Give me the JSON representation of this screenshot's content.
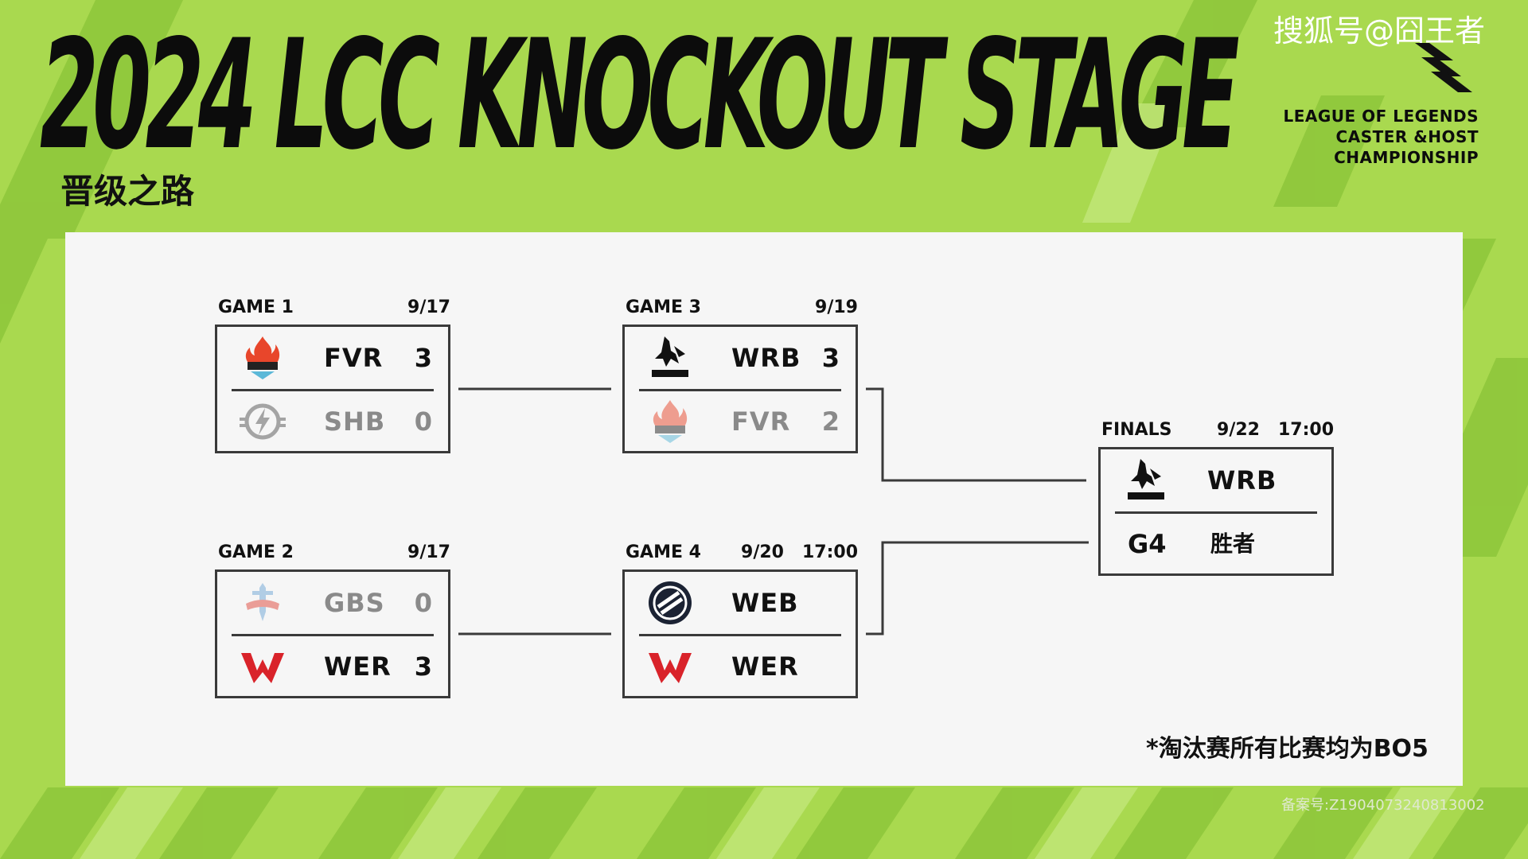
{
  "header": {
    "title": "2024 LCC KNOCKOUT STAGE",
    "subtitle": "晋级之路",
    "watermark": "搜狐号@囧王者",
    "brand_lines": [
      "LEAGUE OF LEGENDS",
      "CASTER &HOST",
      "CHAMPIONSHIP"
    ]
  },
  "matches": [
    {
      "label": "GAME 1",
      "date": "9/17",
      "teams": [
        {
          "name": "FVR",
          "score": "3",
          "logo": "fever-flame-icon"
        },
        {
          "name": "SHB",
          "score": "0",
          "logo": "lightning-shield-icon"
        }
      ]
    },
    {
      "label": "GAME 2",
      "date": "9/17",
      "teams": [
        {
          "name": "GBS",
          "score": "0",
          "logo": "sword-icon"
        },
        {
          "name": "WER",
          "score": "3",
          "logo": "red-w-icon"
        }
      ]
    },
    {
      "label": "GAME 3",
      "date": "9/19",
      "teams": [
        {
          "name": "WRB",
          "score": "3",
          "logo": "wr-boys-icon"
        },
        {
          "name": "FVR",
          "score": "2",
          "logo": "fever-flame-icon"
        }
      ]
    },
    {
      "label": "GAME 4",
      "date": "9/20",
      "time": "17:00",
      "teams": [
        {
          "name": "WEB",
          "logo": "web-circle-icon"
        },
        {
          "name": "WER",
          "logo": "red-w-icon"
        }
      ]
    }
  ],
  "finals": {
    "label": "FINALS",
    "date": "9/22",
    "time": "17:00",
    "team1": {
      "name": "WRB",
      "logo": "wr-boys-icon"
    },
    "team2": {
      "code": "G4",
      "text": "胜者"
    }
  },
  "note": "*淘汰赛所有比赛均为BO5",
  "footer_watermark": "备案号:Z1904073240813002",
  "colors": {
    "background": "#a9d94f",
    "stripe_light": "#bde36b",
    "stripe_dark": "#8dc63a",
    "panel": "#f6f6f6",
    "text": "#111111",
    "loser_text": "#8a8a8a",
    "accent_red": "#d9232a"
  }
}
